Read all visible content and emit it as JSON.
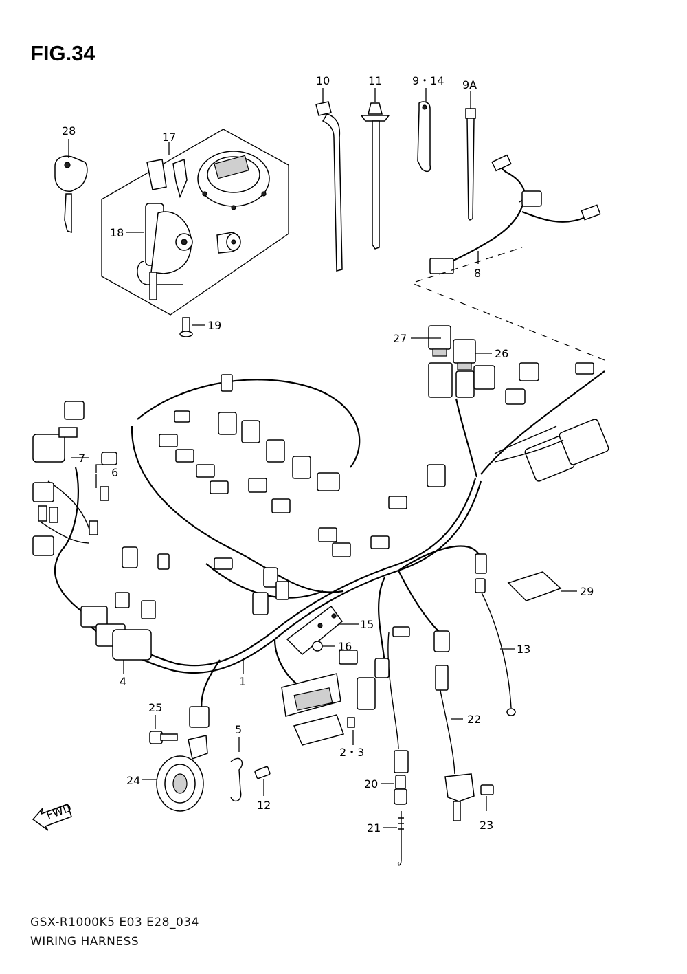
{
  "figure": {
    "title": "FIG.34",
    "model_code": "GSX-R1000K5  E03  E28_034",
    "section_name": "WIRING HARNESS",
    "fwd_label": "FWD"
  },
  "callouts": [
    "10",
    "11",
    "9・14",
    "9A",
    "28",
    "17",
    "18",
    "19",
    "8",
    "27",
    "26",
    "7",
    "6",
    "15",
    "16",
    "29",
    "13",
    "4",
    "1",
    "25",
    "5",
    "2・3",
    "22",
    "24",
    "20",
    "12",
    "23",
    "21"
  ]
}
